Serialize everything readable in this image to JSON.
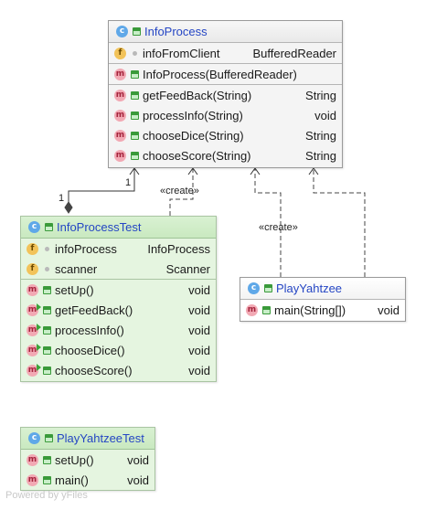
{
  "classes": {
    "info_process": {
      "name": "InfoProcess",
      "kind_icon": "class-icon",
      "fields": [
        {
          "name": "infoFromClient",
          "type": "BufferedReader",
          "visibility": "private"
        }
      ],
      "constructors": [
        {
          "name": "InfoProcess(BufferedReader)",
          "type": ""
        }
      ],
      "methods": [
        {
          "name": "getFeedBack(String)",
          "type": "String"
        },
        {
          "name": "processInfo(String)",
          "type": "void"
        },
        {
          "name": "chooseDice(String)",
          "type": "String"
        },
        {
          "name": "chooseScore(String)",
          "type": "String"
        }
      ]
    },
    "info_process_test": {
      "name": "InfoProcessTest",
      "kind_icon": "test-class-icon",
      "fields": [
        {
          "name": "infoProcess",
          "type": "InfoProcess",
          "visibility": "private"
        },
        {
          "name": "scanner",
          "type": "Scanner",
          "visibility": "private"
        }
      ],
      "methods": [
        {
          "name": "setUp()",
          "type": "void"
        },
        {
          "name": "getFeedBack()",
          "type": "void"
        },
        {
          "name": "processInfo()",
          "type": "void"
        },
        {
          "name": "chooseDice()",
          "type": "void"
        },
        {
          "name": "chooseScore()",
          "type": "void"
        }
      ]
    },
    "play_yahtzee": {
      "name": "PlayYahtzee",
      "kind_icon": "runnable-class-icon",
      "methods": [
        {
          "name": "main(String[])",
          "type": "void"
        }
      ]
    },
    "play_yahtzee_test": {
      "name": "PlayYahtzeeTest",
      "kind_icon": "test-class-icon",
      "methods": [
        {
          "name": "setUp()",
          "type": "void"
        },
        {
          "name": "main()",
          "type": "void"
        }
      ]
    }
  },
  "edges": {
    "composition": {
      "source_mult": "1",
      "target_mult": "1"
    },
    "create_label_1": "«create»",
    "create_label_2": "«create»"
  },
  "watermark": "Powered by yFiles",
  "colors": {
    "class_name": "#2546c4",
    "test_fill": "#e5f5e0",
    "class_fill": "#f4f4f4",
    "method_badge": "#f2a9b4",
    "field_badge": "#f2c35a",
    "class_badge": "#5fa8e8"
  }
}
